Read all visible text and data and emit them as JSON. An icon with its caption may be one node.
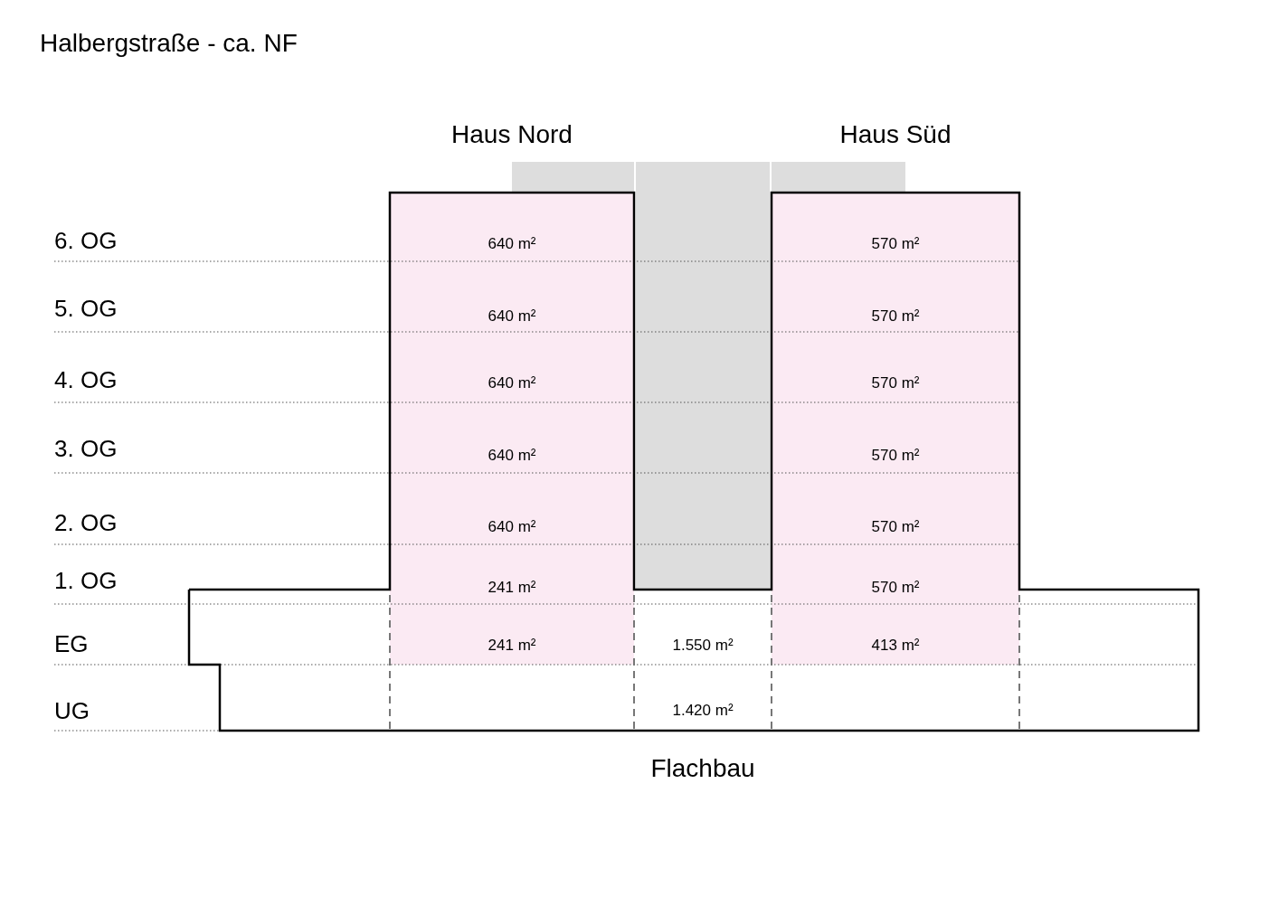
{
  "diagram": {
    "title": "Halbergstraße - ca. NF",
    "nodes": [
      {
        "text": [
          "Haus Nord",
          "640 m²",
          "640 m²",
          "640 m²",
          "640 m²",
          "640 m²",
          "241 m²",
          "241 m²"
        ]
      },
      {
        "text": [
          "Haus Süd",
          "570 m²",
          "570 m²",
          "570 m²",
          "570 m²",
          "570 m²",
          "570 m²",
          "413 m²"
        ]
      },
      {
        "text": [
          "1.550 m²",
          "1.420 m²",
          "Flachbau"
        ]
      },
      {
        "text": [],
        "shape": "box"
      }
    ],
    "labels": [
      "6. OG",
      "5. OG",
      "4. OG",
      "3. OG",
      "2. OG",
      "1. OG",
      "EG",
      "UG"
    ]
  }
}
